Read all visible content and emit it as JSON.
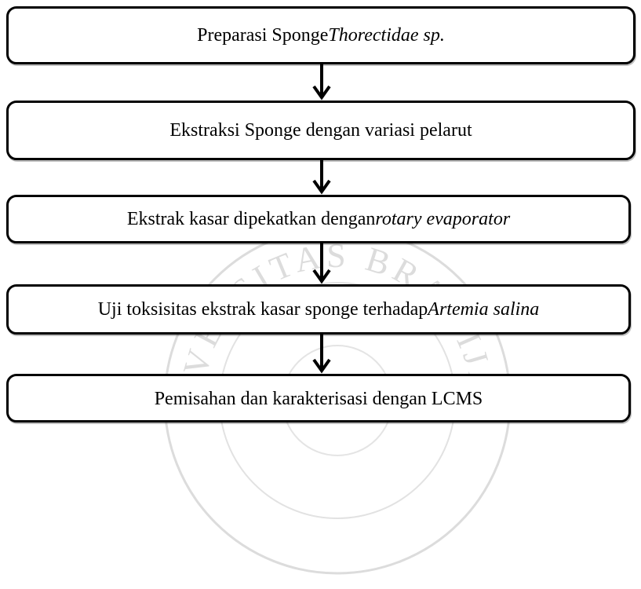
{
  "steps": [
    {
      "text": "Preparasi Sponge ",
      "italic": "Thorectidae sp."
    },
    {
      "text": "Ekstraksi Sponge dengan variasi pelarut",
      "italic": ""
    },
    {
      "text": "Ekstrak kasar dipekatkan dengan ",
      "italic": "rotary evaporator"
    },
    {
      "text": "Uji toksisitas ekstrak kasar sponge terhadap ",
      "italic": "Artemia salina"
    },
    {
      "text": "Pemisahan dan karakterisasi dengan LCMS",
      "italic": ""
    }
  ],
  "watermark": {
    "text": "UNIVERSITAS BRAWIJAYA",
    "color": "#dcdcdc"
  },
  "colors": {
    "border": "#000000",
    "background": "#ffffff"
  }
}
